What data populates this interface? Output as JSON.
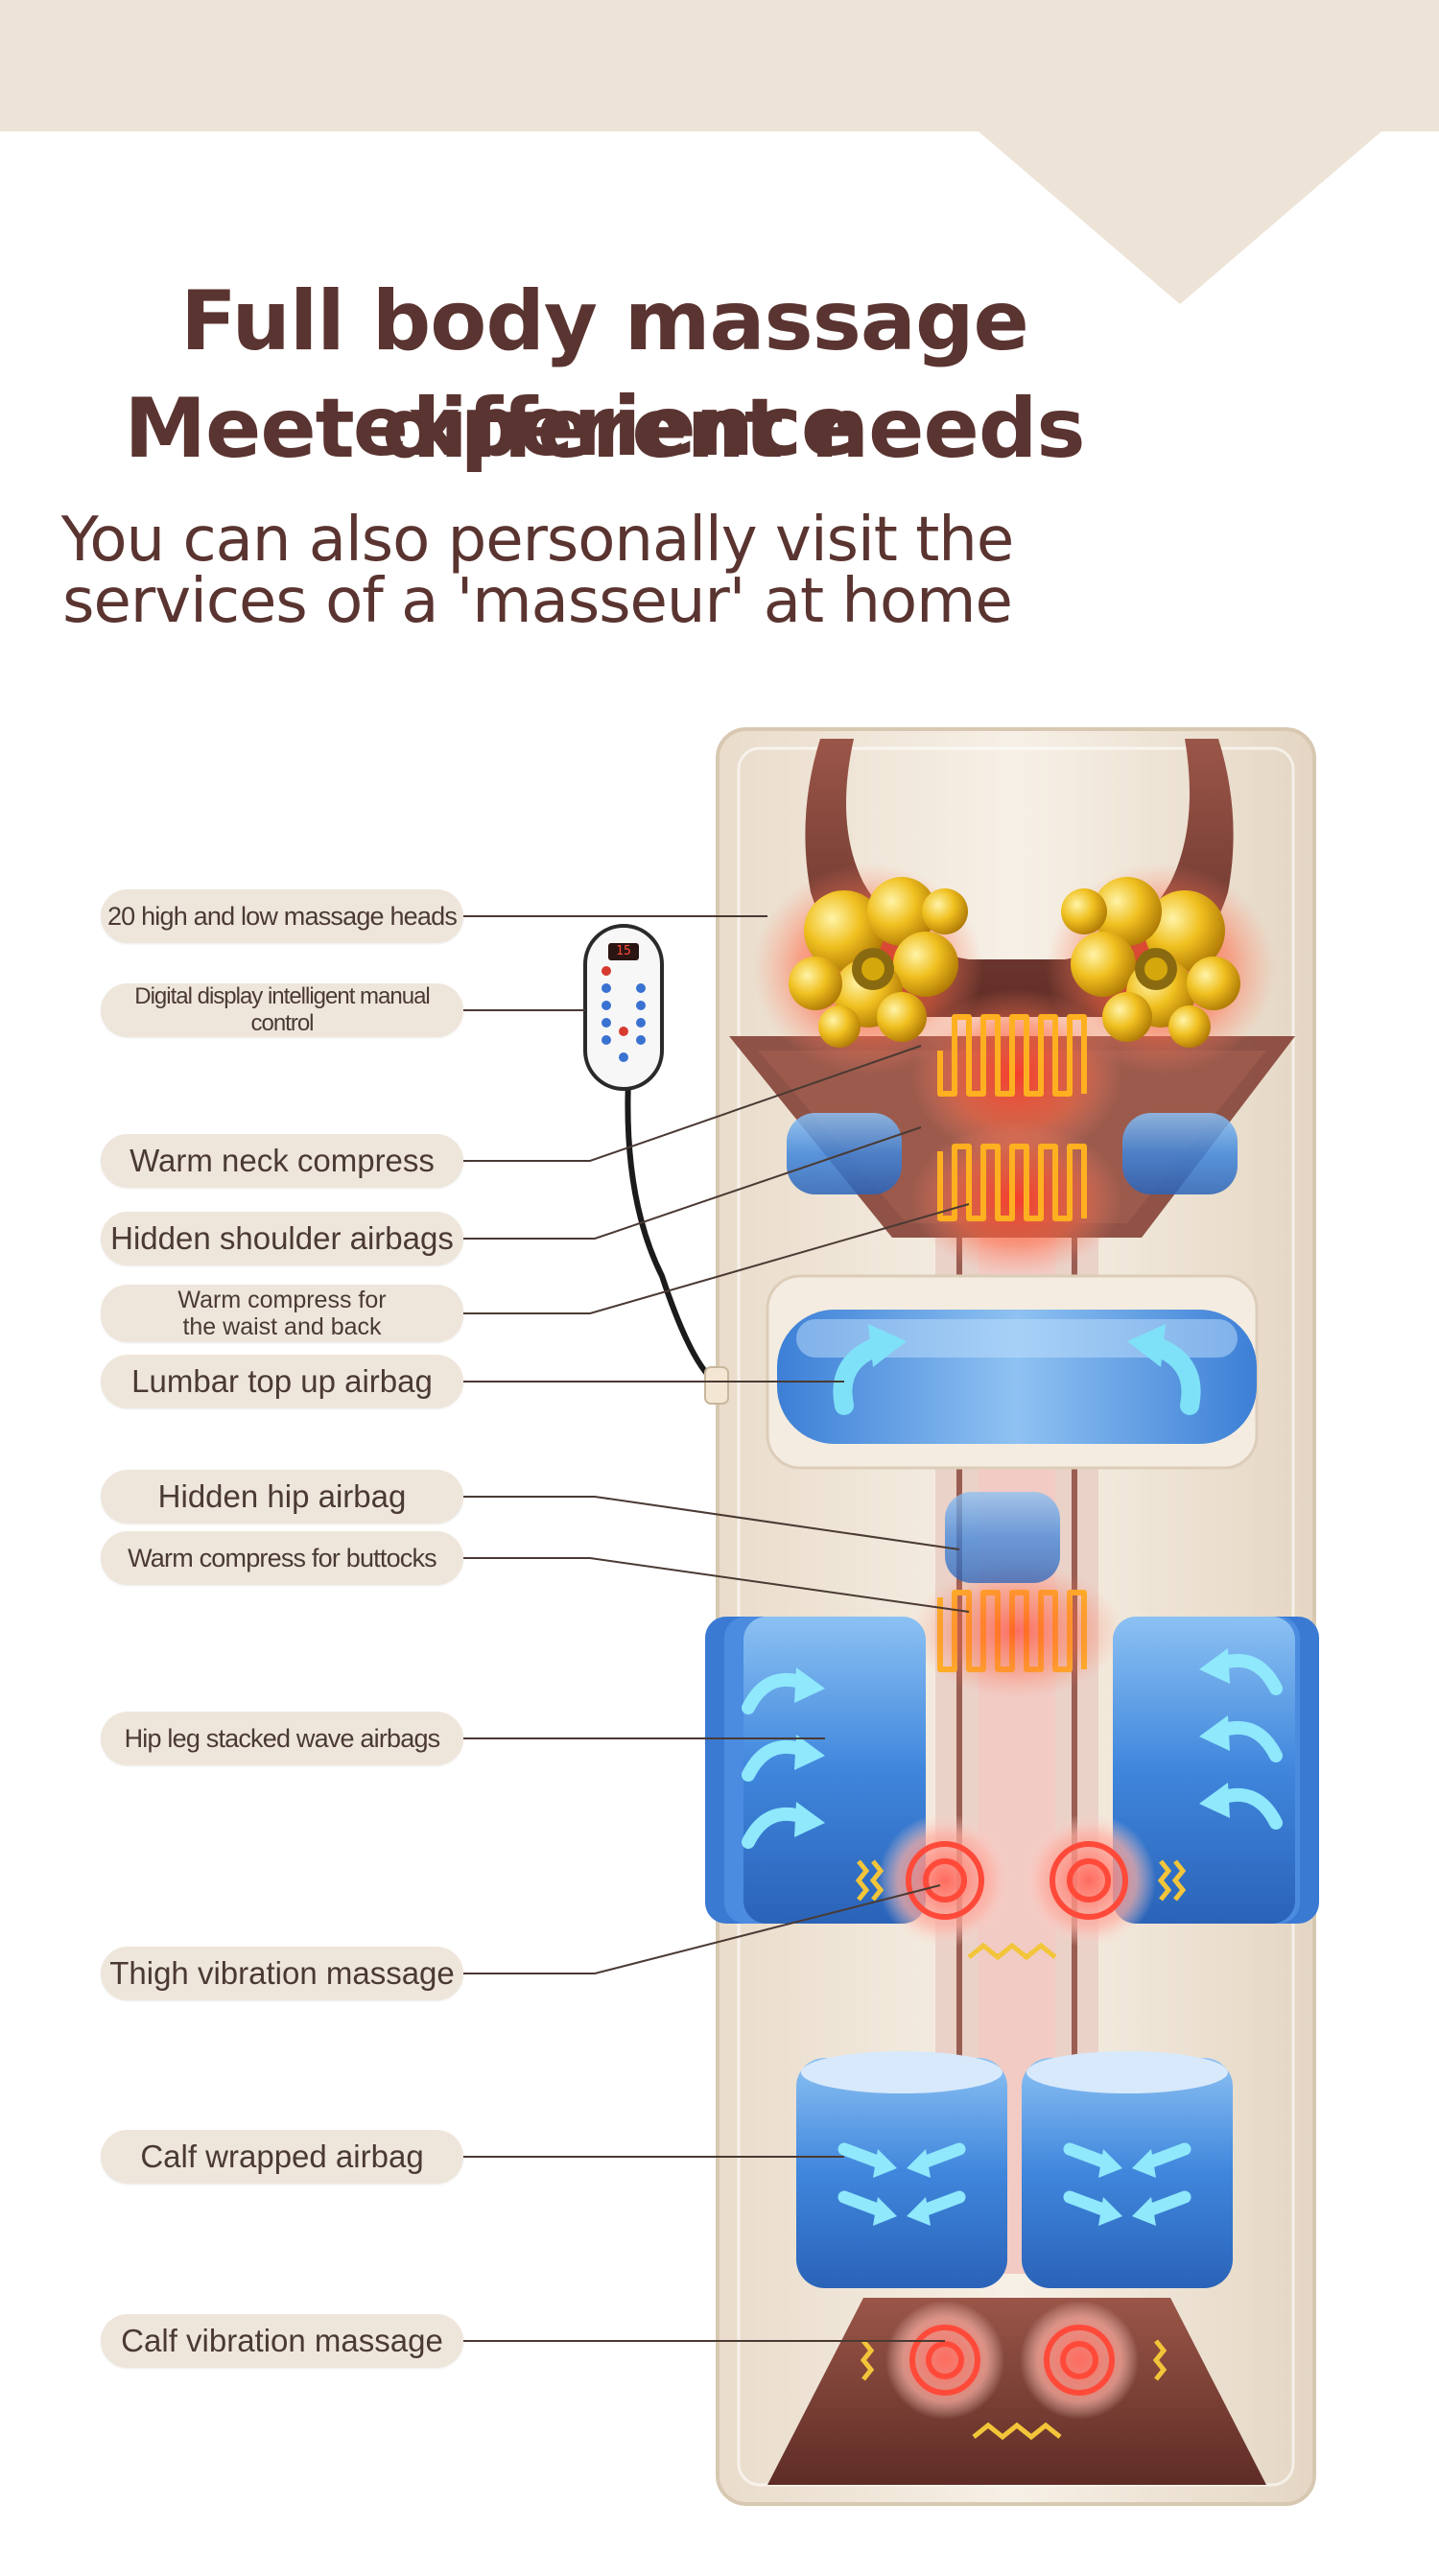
{
  "headline": {
    "line1": "Full body massage experience",
    "line2": "Meet different needs"
  },
  "subheadline": {
    "line1": "You can also personally visit the",
    "line2": "services of a 'masseur' at home"
  },
  "remote": {
    "display_value": "15"
  },
  "features": [
    {
      "id": "massage-heads",
      "label": "20 high and low massage heads"
    },
    {
      "id": "manual-control",
      "label": "Digital display intelligent manual control"
    },
    {
      "id": "neck-compress",
      "label": "Warm neck compress"
    },
    {
      "id": "shoulder-airbags",
      "label": "Hidden shoulder airbags"
    },
    {
      "id": "waist-compress",
      "label_line1": "Warm compress for",
      "label_line2": "the waist and back"
    },
    {
      "id": "lumbar-airbag",
      "label": "Lumbar top up airbag"
    },
    {
      "id": "hip-airbag",
      "label": "Hidden hip airbag"
    },
    {
      "id": "buttocks-compress",
      "label": "Warm compress for buttocks"
    },
    {
      "id": "hip-leg-airbags",
      "label": "Hip leg stacked wave airbags"
    },
    {
      "id": "thigh-vibration",
      "label": "Thigh vibration massage"
    },
    {
      "id": "calf-airbag",
      "label": "Calf wrapped airbag"
    },
    {
      "id": "calf-vibration",
      "label": "Calf vibration massage"
    }
  ],
  "colors": {
    "heading": "#5a3430",
    "pill_bg": "#efe6db",
    "mat_cream": "#f1e8dc",
    "leather_brown": "#7a3f36",
    "airbag_blue": "#4d8fe0",
    "heat_orange": "#ff9a2a"
  }
}
